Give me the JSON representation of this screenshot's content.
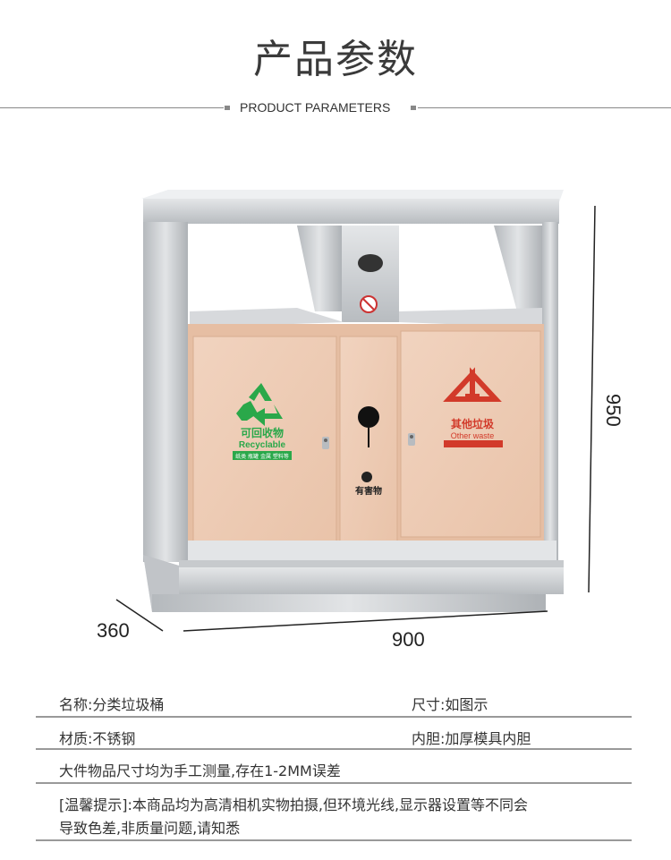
{
  "header": {
    "title": "产品参数",
    "subtitle": "PRODUCT PARAMETERS"
  },
  "product_image": {
    "recycle_label_cn": "可回收物",
    "recycle_label_en": "Recyclable",
    "recycle_small_text": "纸类 瓶罐 金属 塑料等",
    "other_label_cn": "其他垃圾",
    "other_label_en": "Other waste",
    "hazard_label_cn": "有害物",
    "colors": {
      "body": "#eec9b0",
      "steel": "#c9ccd0",
      "recycle_green": "#2aa84a",
      "other_red": "#d23a2a"
    }
  },
  "dimensions": {
    "height": "950",
    "width": "900",
    "depth": "360"
  },
  "specs": {
    "name": "名称:分类垃圾桶",
    "size": "尺寸:如图示",
    "material": "材质:不锈钢",
    "liner": "内胆:加厚模具内胆",
    "tolerance": "大件物品尺寸均为手工测量,存在1-2MM误差",
    "note_line1": "[温馨提示]:本商品均为高清相机实物拍摄,但环境光线,显示器设置等不同会",
    "note_line2": "导致色差,非质量问题,请知悉"
  }
}
